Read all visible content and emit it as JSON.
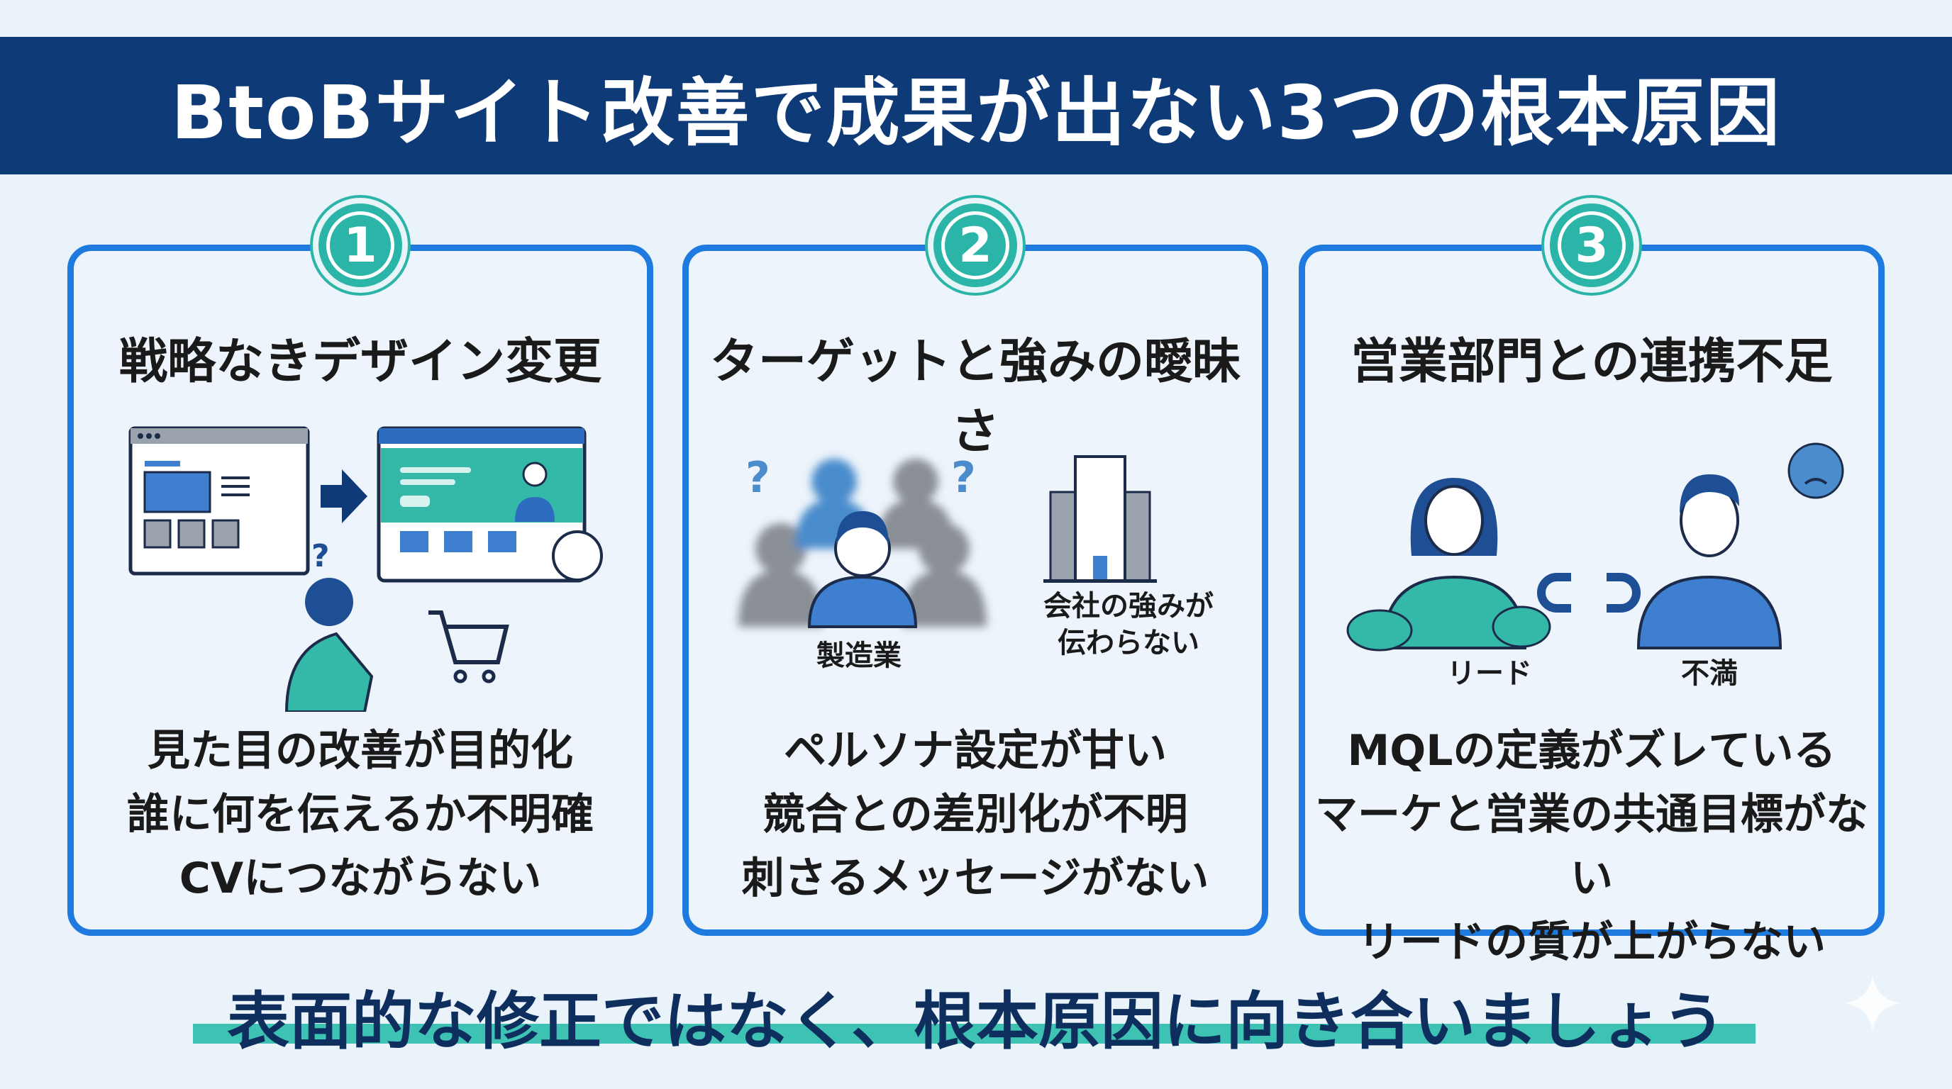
{
  "title": "BtoBサイト改善で成果が出ない3つの根本原因",
  "cards": [
    {
      "number": "1",
      "title": "戦略なきデザイン変更",
      "bullets": [
        "見た目の改善が目的化",
        "誰に何を伝えるか不明確",
        "CVにつながらない"
      ]
    },
    {
      "number": "2",
      "title": "ターゲットと強みの曖昧さ",
      "labels": {
        "persona": "製造業",
        "company_line1": "会社の強みが",
        "company_line2": "伝わらない"
      },
      "bullets": [
        "ペルソナ設定が甘い",
        "競合との差別化が不明",
        "刺さるメッセージがない"
      ]
    },
    {
      "number": "3",
      "title": "営業部門との連携不足",
      "labels": {
        "lead": "リード",
        "dissatisfaction": "不満"
      },
      "bullets": [
        "MQLの定義がズレている",
        "マーケと営業の共通目標がない",
        "リードの質が上がらない"
      ]
    }
  ],
  "footer": "表面的な修正ではなく、根本原因に向き合いましょう",
  "colors": {
    "header": "#0e3a78",
    "border": "#1f7ae0",
    "teal": "#2bb5a8",
    "background": "#eaf2fa"
  }
}
